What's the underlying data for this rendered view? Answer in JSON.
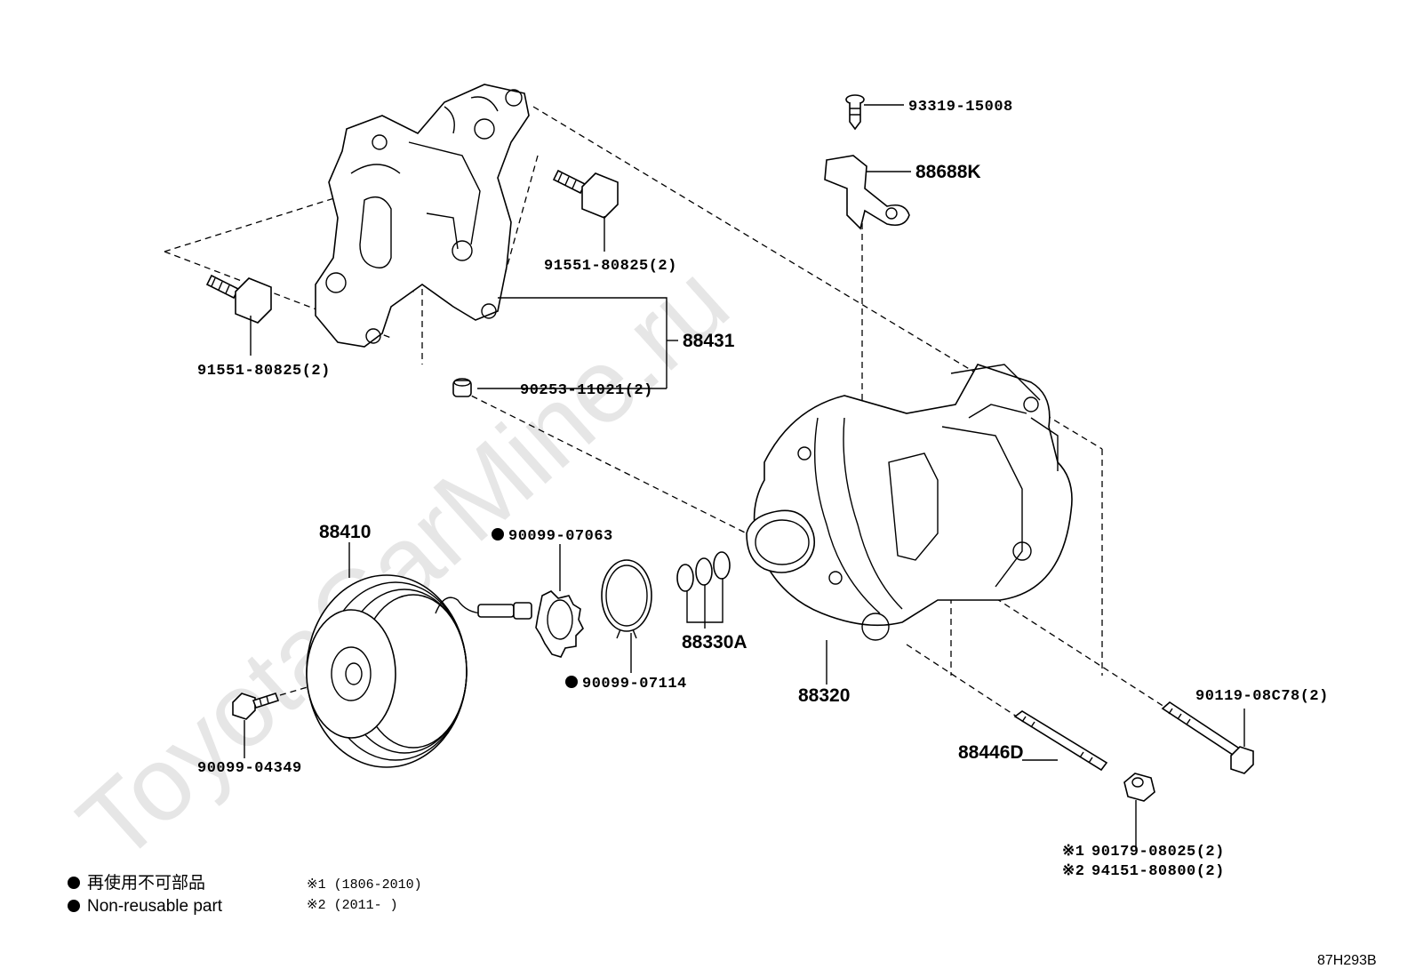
{
  "watermark": "ToyotaCarMine.ru",
  "diagram_code": "87H293B",
  "parts": {
    "p93319": "93319-15008",
    "p88688": "88688K",
    "p91551_top": "91551-80825(2)",
    "p91551_left": "91551-80825(2)",
    "p88431": "88431",
    "p90253": "90253-11021(2)",
    "p88410": "88410",
    "p90099_07063": "90099-07063",
    "p90099_07114": "90099-07114",
    "p88330A": "88330A",
    "p88320": "88320",
    "p90119": "90119-08C78(2)",
    "p88446D": "88446D",
    "p90099_04349": "90099-04349",
    "p90179_prefix": "※1",
    "p90179": "90179-08025(2)",
    "p94151_prefix": "※2",
    "p94151": "94151-80800(2)"
  },
  "legend": {
    "jp": "再使用不可部品",
    "en": "Non-reusable part",
    "note1": "※1 (1806-2010)",
    "note2": "※2 (2011-      )"
  }
}
